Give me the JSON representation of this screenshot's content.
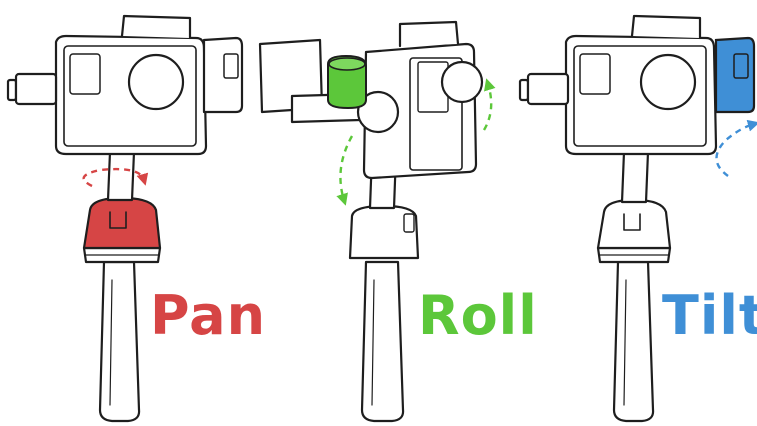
{
  "diagram": {
    "panels": [
      {
        "id": "pan",
        "label": "Pan",
        "color": "#d64545",
        "axis_arrow_color": "#d64545"
      },
      {
        "id": "roll",
        "label": "Roll",
        "color": "#5cc73a",
        "axis_arrow_color": "#5cc73a"
      },
      {
        "id": "tilt",
        "label": "Tilt",
        "color": "#3f8fd6",
        "axis_arrow_color": "#3f8fd6"
      }
    ],
    "line_color": "#1e1e1e"
  }
}
